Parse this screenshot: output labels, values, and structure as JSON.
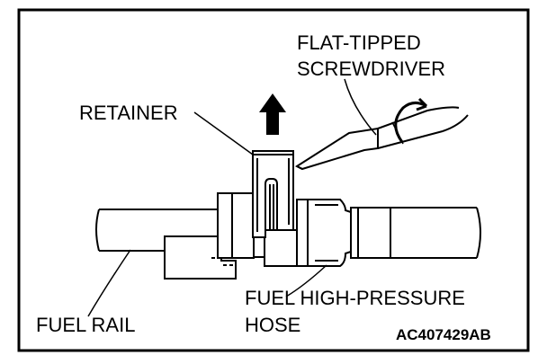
{
  "diagram": {
    "labels": {
      "screwdriver_line1": "FLAT-TIPPED",
      "screwdriver_line2": "SCREWDRIVER",
      "retainer": "RETAINER",
      "hose_line1": "FUEL HIGH-PRESSURE",
      "hose_line2": "HOSE",
      "fuel_rail": "FUEL RAIL",
      "figure_code": "AC407429AB"
    },
    "icons": {
      "pull_direction": "up-arrow-icon",
      "rotation": "rotation-arrow-icon"
    },
    "colors": {
      "stroke": "#000000",
      "background": "#ffffff"
    }
  }
}
